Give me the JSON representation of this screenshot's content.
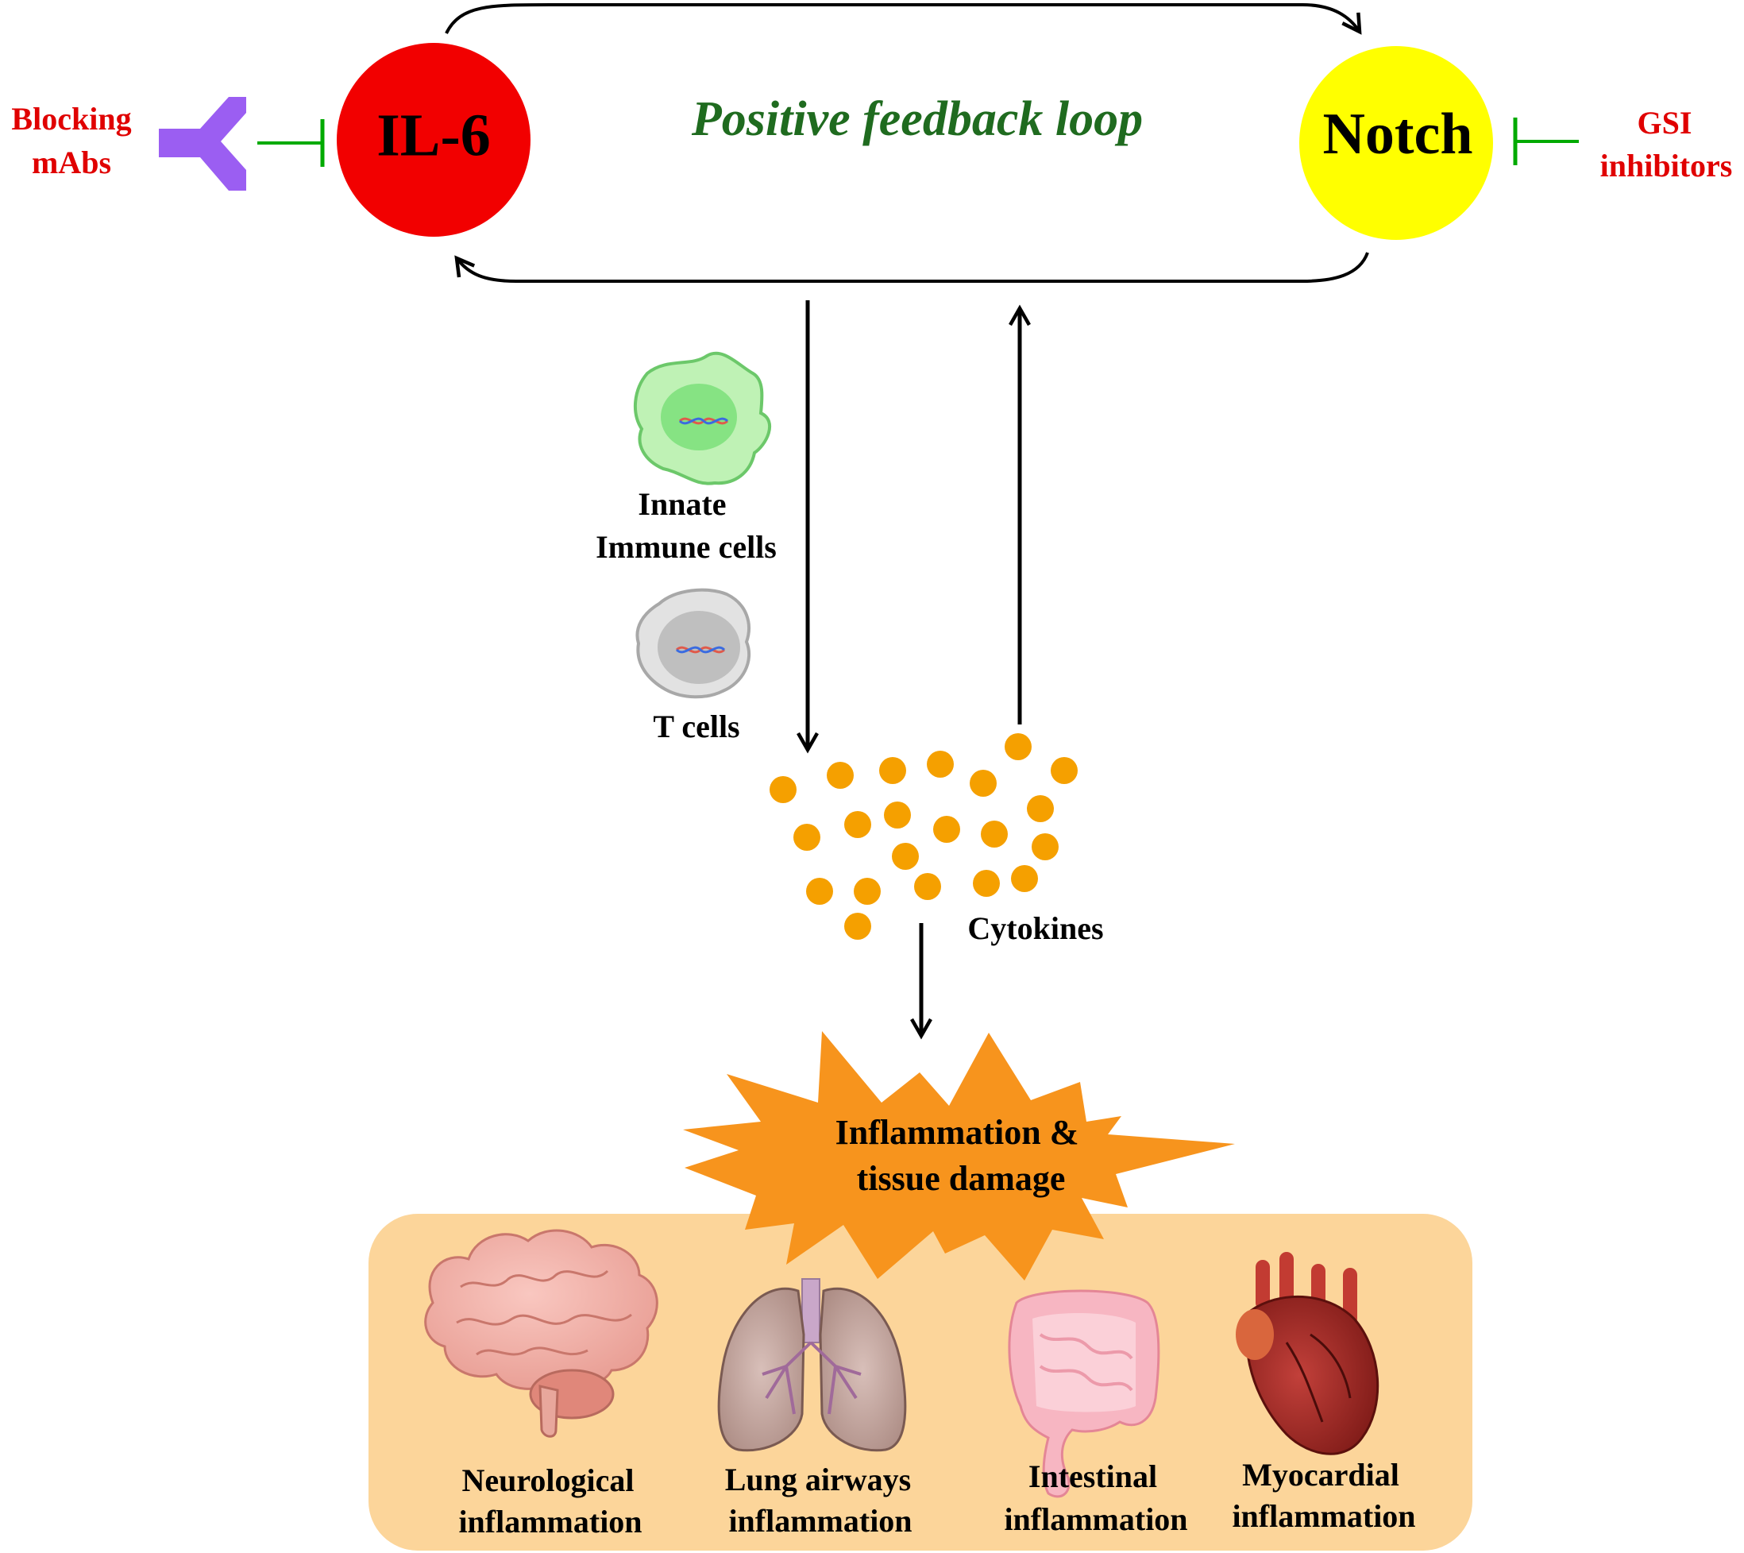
{
  "nodes": {
    "il6": {
      "label": "IL-6",
      "color": "#f20000"
    },
    "notch": {
      "label": "Notch",
      "color": "#ffff00"
    },
    "loop_label": "Positive feedback loop",
    "blocking": {
      "line1": "Blocking",
      "line2": "mAbs"
    },
    "gsi": {
      "line1": "GSI",
      "line2": "inhibitors"
    },
    "innate": {
      "line1": "Innate",
      "line2": "Immune cells"
    },
    "tcells": "T cells",
    "cytokines": "Cytokines",
    "damage": {
      "line1": "Inflammation &",
      "line2": "tissue damage"
    }
  },
  "organs": [
    {
      "line1": "Neurological",
      "line2": "inflammation",
      "icon": "brain-icon"
    },
    {
      "line1": "Lung airways",
      "line2": "inflammation",
      "icon": "lungs-icon"
    },
    {
      "line1": "Intestinal",
      "line2": "inflammation",
      "icon": "intestine-icon"
    },
    {
      "line1": "Myocardial",
      "line2": "inflammation",
      "icon": "heart-icon"
    }
  ],
  "colors": {
    "inhibitor": "#00aa00",
    "inhibitor_text": "#e00000",
    "loop_text": "#1f6b1f",
    "antibody": "#9b5ef2",
    "cytokine": "#f5a000",
    "burst": "#f7941d",
    "organ_panel": "#fcd59a"
  }
}
